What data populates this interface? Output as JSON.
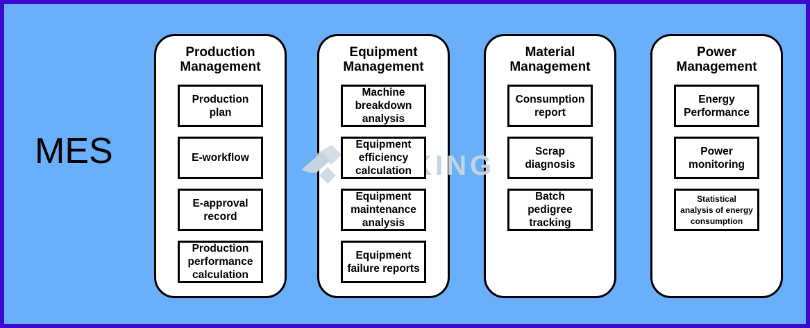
{
  "page": {
    "background_color": "#69AFFA",
    "border_color": "#3A0AD0"
  },
  "diagram": {
    "root_label": "MES",
    "columns": [
      {
        "title": "Production\nManagement",
        "items": [
          "Production\nplan",
          "E-workflow",
          "E-approval\nrecord",
          "Production\nperformance\ncalculation"
        ]
      },
      {
        "title": "Equipment\nManagement",
        "items": [
          "Machine\nbreakdown\nanalysis",
          "Equipment\nefficiency\ncalculation",
          "Equipment\nmaintenance\nanalysis",
          "Equipment\nfailure reports"
        ]
      },
      {
        "title": "Material\nManagement",
        "items": [
          "Consumption\nreport",
          "Scrap\ndiagnosis",
          "Batch\npedigree\ntracking"
        ]
      },
      {
        "title": "Power\nManagement",
        "items": [
          "Energy\nPerformance",
          "Power\nmonitoring",
          "Statistical\nanalysis of energy\nconsumption"
        ]
      }
    ]
  },
  "watermark": {
    "text": "TRUKING",
    "logo_icon": "truking-house-logo",
    "color": "#C5D3DF"
  }
}
